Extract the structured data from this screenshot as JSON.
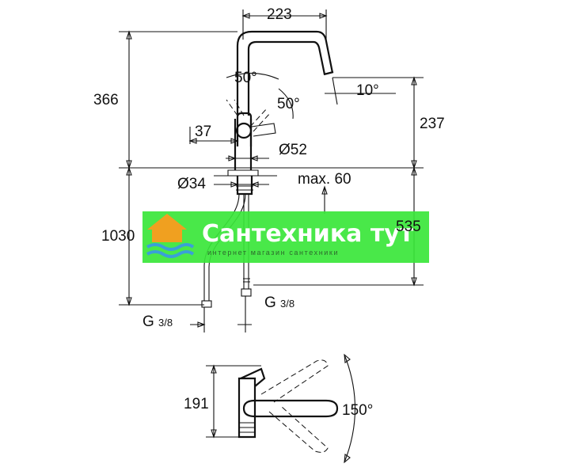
{
  "dimensions": {
    "width_top": "223",
    "height_total": "366",
    "height_outlet": "237",
    "angle_lever_1": "50°",
    "angle_lever_2": "50°",
    "angle_spout_tilt": "10°",
    "lever_offset": "37",
    "body_diameter": "Ø52",
    "hole_diameter": "Ø34",
    "max_deck": "max. 60",
    "hose_length": "1030",
    "below_deck": "535",
    "connection_left_base": "G",
    "connection_left_fraction": "3/8",
    "connection_right_base": "G",
    "connection_right_fraction": "3/8",
    "plan_depth": "191",
    "plan_rotation": "150°"
  },
  "watermark": {
    "title": "Сантехника тут",
    "subtitle": "интернет магазин сантехники",
    "bg_color": "#39e639",
    "title_color": "#ffffff",
    "logo_color": "#f0a020",
    "wave_color": "#3aa0d8"
  }
}
